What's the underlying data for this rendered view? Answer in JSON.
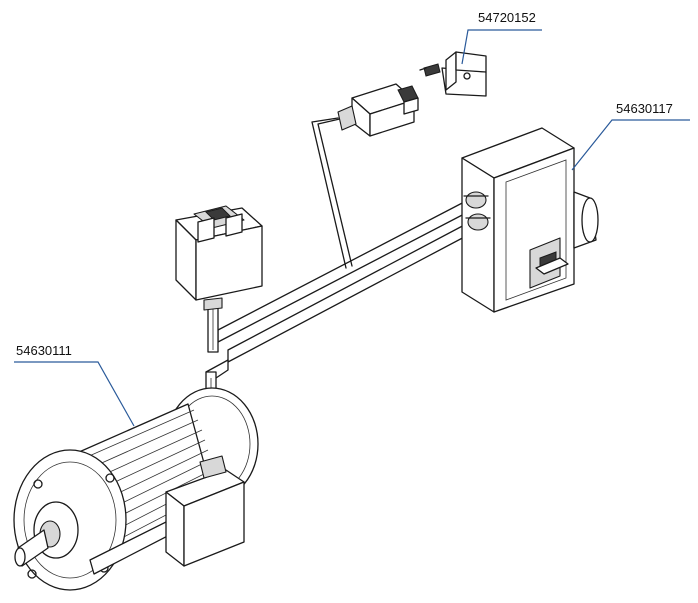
{
  "labels": {
    "bracket": "54720152",
    "control_box": "54630117",
    "motor": "54630111"
  }
}
